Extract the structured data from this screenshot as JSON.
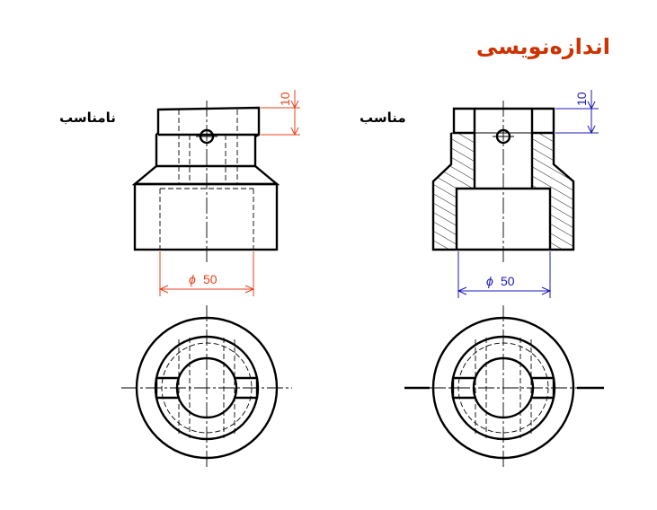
{
  "title": "اندازه‌نویسی",
  "labels": {
    "improper": "نامناسب",
    "proper": "مناسب"
  },
  "dimensions": {
    "left_height": "10",
    "left_diameter": "50",
    "right_height": "10",
    "right_diameter": "50",
    "phi_symbol": "ϕ"
  },
  "colors": {
    "title": "#cc3300",
    "dim_improper": "#e8421c",
    "dim_proper": "#1a1ab5",
    "lines": "#000000"
  }
}
